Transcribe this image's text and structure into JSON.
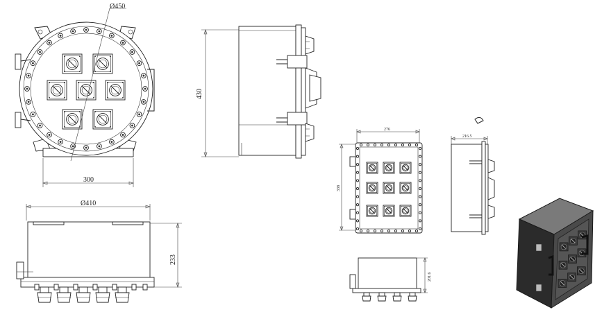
{
  "figure": {
    "dimensions": {
      "round_top_diameter": "Ø450",
      "round_top_width": "300",
      "round_side_height": "430",
      "round_front_diameter": "Ø410",
      "round_front_height": "233",
      "rect_front_width": "276",
      "rect_front_height": "338",
      "rect_side_depth": "216.5",
      "rect_bottom_height": "201.6"
    },
    "colors": {
      "line": "#222222",
      "render_body": "#4a4a4a",
      "render_dark": "#2b2b2b",
      "render_light": "#7a7a7a"
    }
  }
}
